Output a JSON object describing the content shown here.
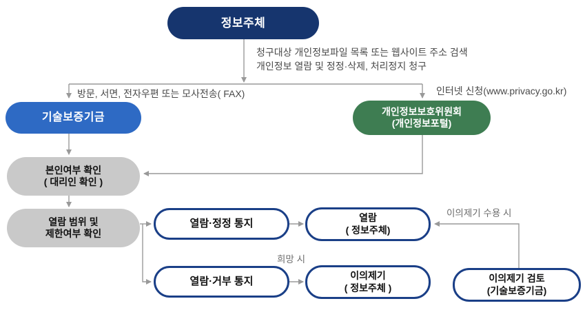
{
  "diagram": {
    "title_semantic": "personal-information access request process flowchart",
    "colors": {
      "node_navy": "#16356E",
      "node_blue": "#2E6AC4",
      "node_green": "#3E7D52",
      "node_gray": "#C9C9C9",
      "outline_border_navy": "#1A3F87",
      "connector_gray": "#999999",
      "label_text": "#4A4A4A"
    },
    "nodes": {
      "info_subject": {
        "label": "정보주체"
      },
      "kibo": {
        "label": "기술보증기금"
      },
      "pipc": {
        "line1": "개인정보보호위원회",
        "line2": "(개인정보포털)"
      },
      "identity_check": {
        "line1": "본인여부 확인",
        "line2": "( 대리인 확인 )"
      },
      "scope_check": {
        "line1": "열람 범위 및",
        "line2": "제한여부 확인"
      },
      "notice_correction": {
        "label": "열람·정정 통지"
      },
      "view": {
        "line1": "열람",
        "line2": "( 정보주체)"
      },
      "notice_denial": {
        "label": "열람·거부 통지"
      },
      "objection": {
        "line1": "이의제기",
        "line2": "( 정보주체 )"
      },
      "objection_review": {
        "line1": "이의제기 검토",
        "line2": "(기술보증기금)"
      }
    },
    "edge_labels": {
      "request_line1": "청구대상 개인정보파일 목록 또는 웹사이트 주소 검색",
      "request_line2": "개인정보 열람 및 정정·삭제, 처리정지 청구",
      "offline": "방문, 서면, 전자우편 또는 모사전송( FAX)",
      "online": "인터넷 신청(www.privacy.go.kr)",
      "objection_accepted": "이의제기 수용 시",
      "if_desired": "희망 시"
    }
  }
}
